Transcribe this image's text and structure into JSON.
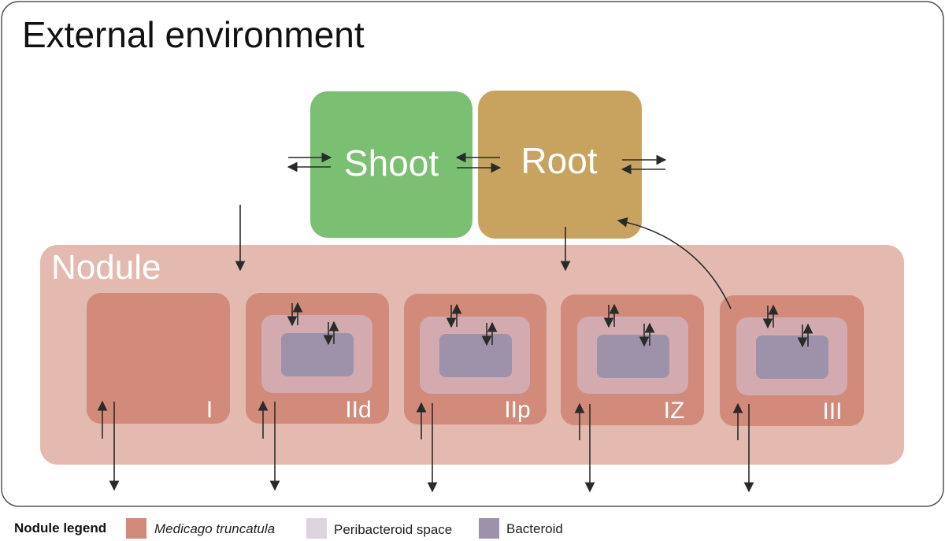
{
  "environment": {
    "title": "External environment"
  },
  "organs": {
    "shoot": "Shoot",
    "root": "Root"
  },
  "nodule": {
    "title": "Nodule",
    "zones": [
      {
        "label": "I"
      },
      {
        "label": "IId"
      },
      {
        "label": "IIp"
      },
      {
        "label": "IZ"
      },
      {
        "label": "III"
      }
    ]
  },
  "legend": {
    "title": "Nodule legend",
    "items": [
      {
        "label": "Medicago truncatula",
        "color": "#d28a7a"
      },
      {
        "label": "Peribacteroid space",
        "color": "#dcd3df"
      },
      {
        "label": "Bacteroid",
        "color": "#9d92a9"
      }
    ]
  },
  "colors": {
    "shoot": "#7bbf73",
    "root": "#c8a35f",
    "nodule_bg": "#e3b9b0",
    "plant_cell": "#d28a7a",
    "peribacteroid": "#d2aab0",
    "bacteroid": "#9d92a9"
  }
}
